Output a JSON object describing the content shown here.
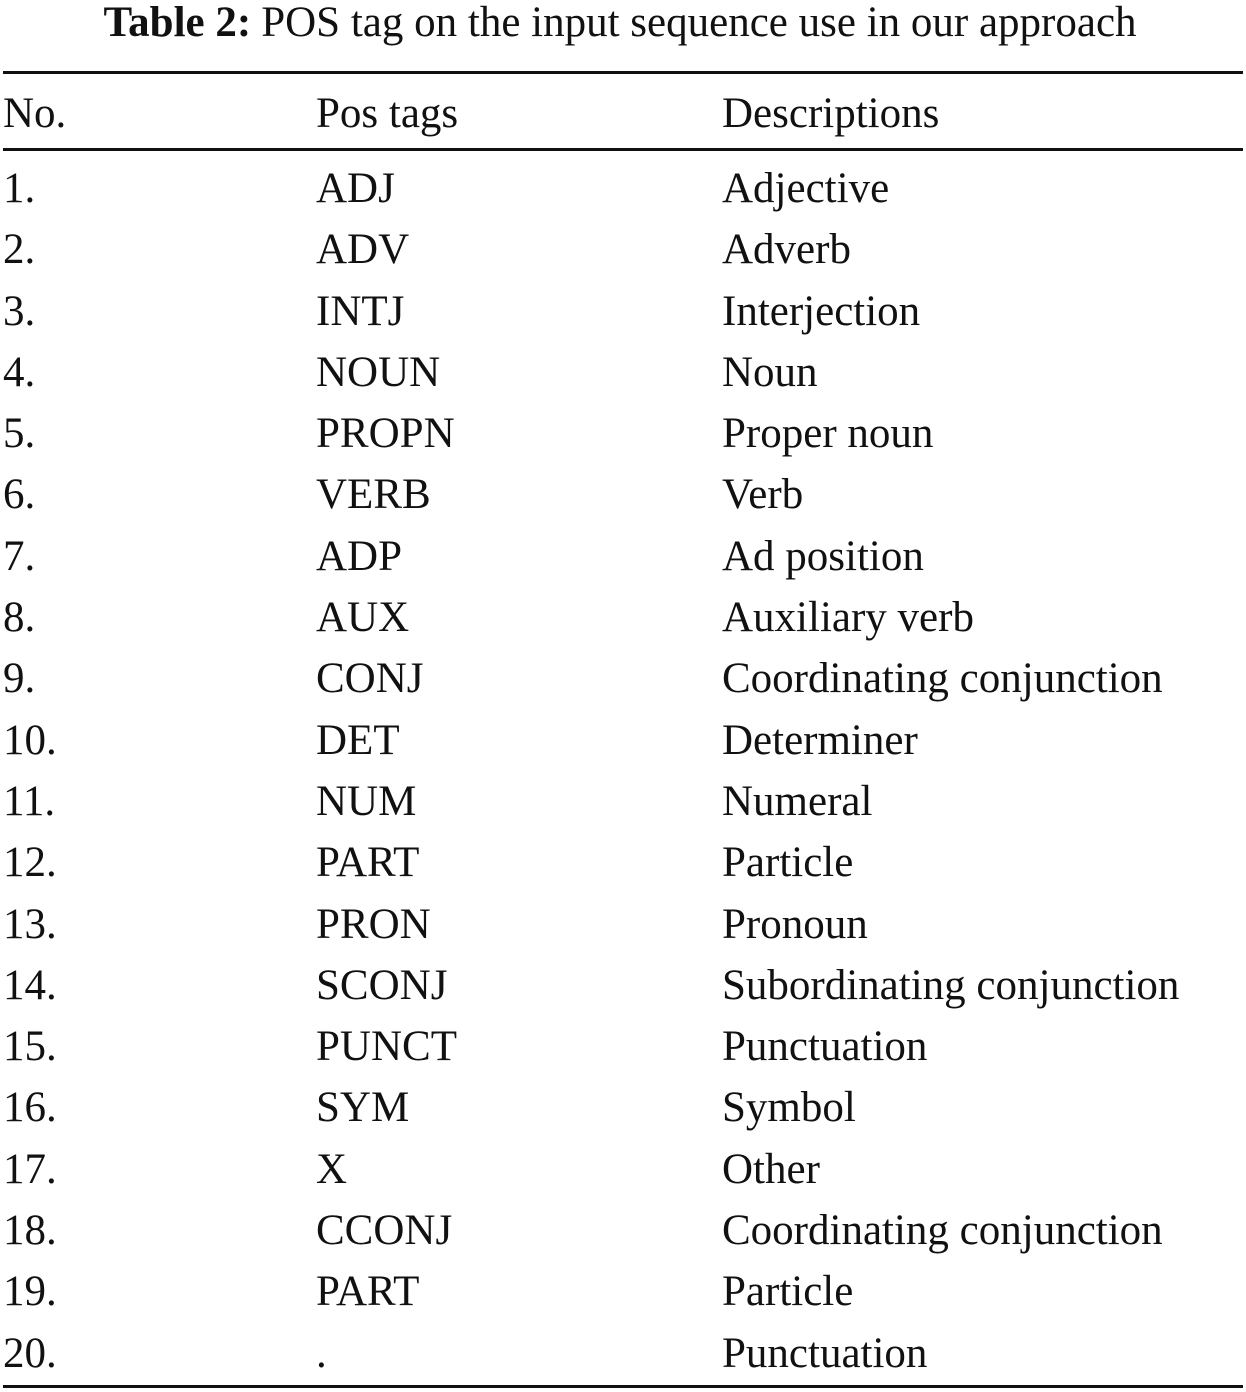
{
  "caption": {
    "label": "Table 2:",
    "text": "POS tag on the input sequence use in our approach"
  },
  "table": {
    "headers": [
      "No.",
      "Pos tags",
      "Descriptions"
    ],
    "rows": [
      [
        "1.",
        "ADJ",
        "Adjective"
      ],
      [
        "2.",
        "ADV",
        "Adverb"
      ],
      [
        "3.",
        "INTJ",
        "Interjection"
      ],
      [
        "4.",
        "NOUN",
        "Noun"
      ],
      [
        "5.",
        "PROPN",
        "Proper noun"
      ],
      [
        "6.",
        "VERB",
        "Verb"
      ],
      [
        "7.",
        "ADP",
        "Ad position"
      ],
      [
        "8.",
        "AUX",
        "Auxiliary verb"
      ],
      [
        "9.",
        "CONJ",
        "Coordinating conjunction"
      ],
      [
        "10.",
        "DET",
        "Determiner"
      ],
      [
        "11.",
        "NUM",
        "Numeral"
      ],
      [
        "12.",
        "PART",
        "Particle"
      ],
      [
        "13.",
        "PRON",
        "Pronoun"
      ],
      [
        "14.",
        "SCONJ",
        "Subordinating conjunction"
      ],
      [
        "15.",
        "PUNCT",
        "Punctuation"
      ],
      [
        "16.",
        "SYM",
        "Symbol"
      ],
      [
        "17.",
        "X",
        "Other"
      ],
      [
        "18.",
        "CCONJ",
        "Coordinating conjunction"
      ],
      [
        "19.",
        "PART",
        "Particle"
      ],
      [
        "20.",
        ".",
        "Punctuation"
      ]
    ]
  }
}
